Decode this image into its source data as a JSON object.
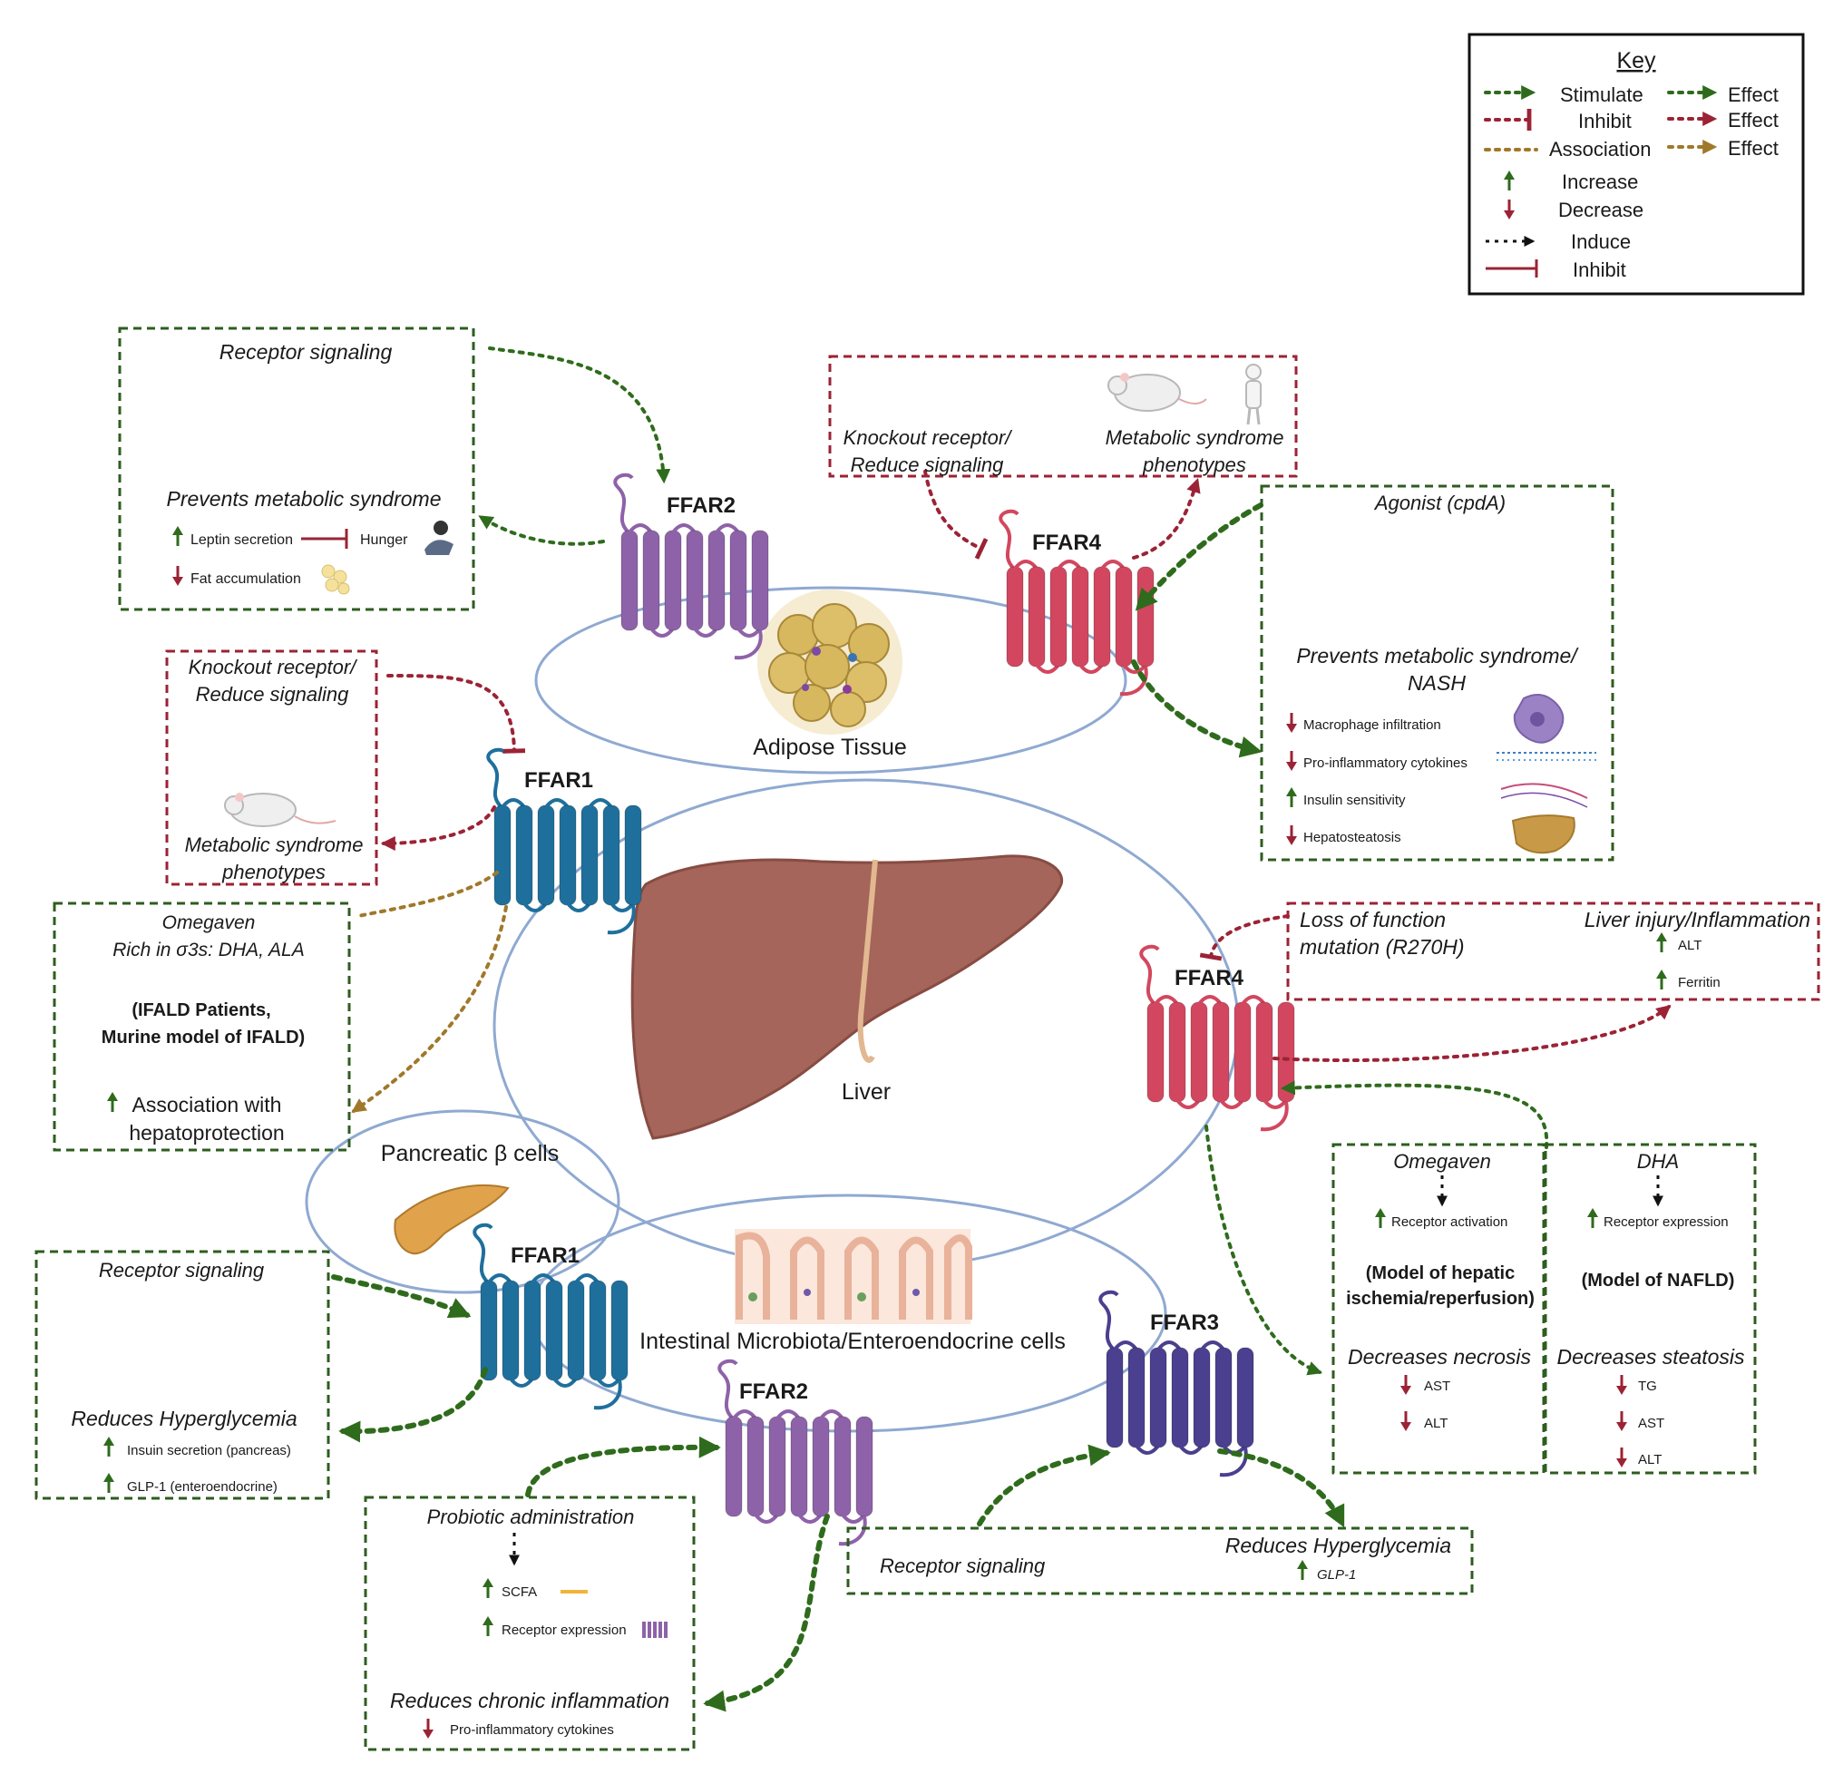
{
  "colors": {
    "stimulate": "#2f6b1c",
    "inhibit": "#9b2335",
    "association": "#a0782a",
    "ffar1": "#1f6f9c",
    "ffar2": "#8e62a8",
    "ffar3": "#4b3f8f",
    "ffar4": "#d2475f",
    "liver": "#a5655a"
  },
  "key": {
    "title": "Key",
    "stimulate": "Stimulate",
    "inhibit": "Inhibit",
    "association": "Association",
    "effect": "Effect",
    "increase": "Increase",
    "decrease": "Decrease",
    "induce": "Induce",
    "inhibit_solid": "Inhibit"
  },
  "tissues": {
    "adipose": "Adipose Tissue",
    "liver": "Liver",
    "pancreas": "Pancreatic β cells",
    "intestine": "Intestinal Microbiota/Enteroendocrine cells"
  },
  "receptors": {
    "ffar2_top": "FFAR2",
    "ffar4_top": "FFAR4",
    "ffar1_mid": "FFAR1",
    "ffar4_right": "FFAR4",
    "ffar1_bottom": "FFAR1",
    "ffar2_bottom": "FFAR2",
    "ffar3": "FFAR3"
  },
  "boxes": {
    "top_left": {
      "title": "Receptor signaling",
      "heading": "Prevents metabolic syndrome",
      "item1": "Leptin secretion",
      "hunger": "Hunger",
      "item2": "Fat accumulation"
    },
    "top_center": {
      "left_line1": "Knockout receptor/",
      "left_line2": "Reduce signaling",
      "right_line1": "Metabolic syndrome",
      "right_line2": "phenotypes"
    },
    "right_agonist": {
      "title": "Agonist (cpdA)",
      "heading_line1": "Prevents metabolic syndrome/",
      "heading_line2": "NASH",
      "items": [
        "Macrophage infiltration",
        "Pro-inflammatory cytokines",
        "Insulin sensitivity",
        "Hepatosteatosis"
      ]
    },
    "left_knockout": {
      "line1": "Knockout receptor/",
      "line2": "Reduce signaling",
      "pheno1": "Metabolic syndrome",
      "pheno2": "phenotypes"
    },
    "omegaven_left": {
      "title": "Omegaven",
      "subtitle": "Rich in σ3s: DHA, ALA",
      "model1": "(IFALD Patients,",
      "model2": "Murine model of IFALD)",
      "assoc1": "Association with",
      "assoc2": "hepatoprotection"
    },
    "loss_function": {
      "line1": "Loss of function",
      "line2": "mutation (R270H)",
      "title": "Liver injury/Inflammation",
      "item1": "ALT",
      "item2": "Ferritin"
    },
    "omegaven_right": {
      "title": "Omegaven",
      "item": "Receptor activation",
      "model1": "(Model of hepatic",
      "model2": "ischemia/reperfusion)",
      "heading": "Decreases necrosis",
      "m1": "AST",
      "m2": "ALT"
    },
    "dha": {
      "title": "DHA",
      "item": "Receptor expression",
      "model": "(Model of NAFLD)",
      "heading": "Decreases steatosis",
      "m1": "TG",
      "m2": "AST",
      "m3": "ALT"
    },
    "bottom_left": {
      "title": "Receptor signaling",
      "heading": "Reduces Hyperglycemia",
      "item1": "Insuin secretion (pancreas)",
      "item2": "GLP-1 (enteroendocrine)"
    },
    "probiotic": {
      "title": "Probiotic administration",
      "item1": "SCFA",
      "item2": "Receptor expression",
      "heading": "Reduces chronic inflammation",
      "item3": "Pro-inflammatory cytokines"
    },
    "ffar3_box": {
      "left": "Receptor signaling",
      "heading": "Reduces Hyperglycemia",
      "item": "GLP-1"
    }
  }
}
